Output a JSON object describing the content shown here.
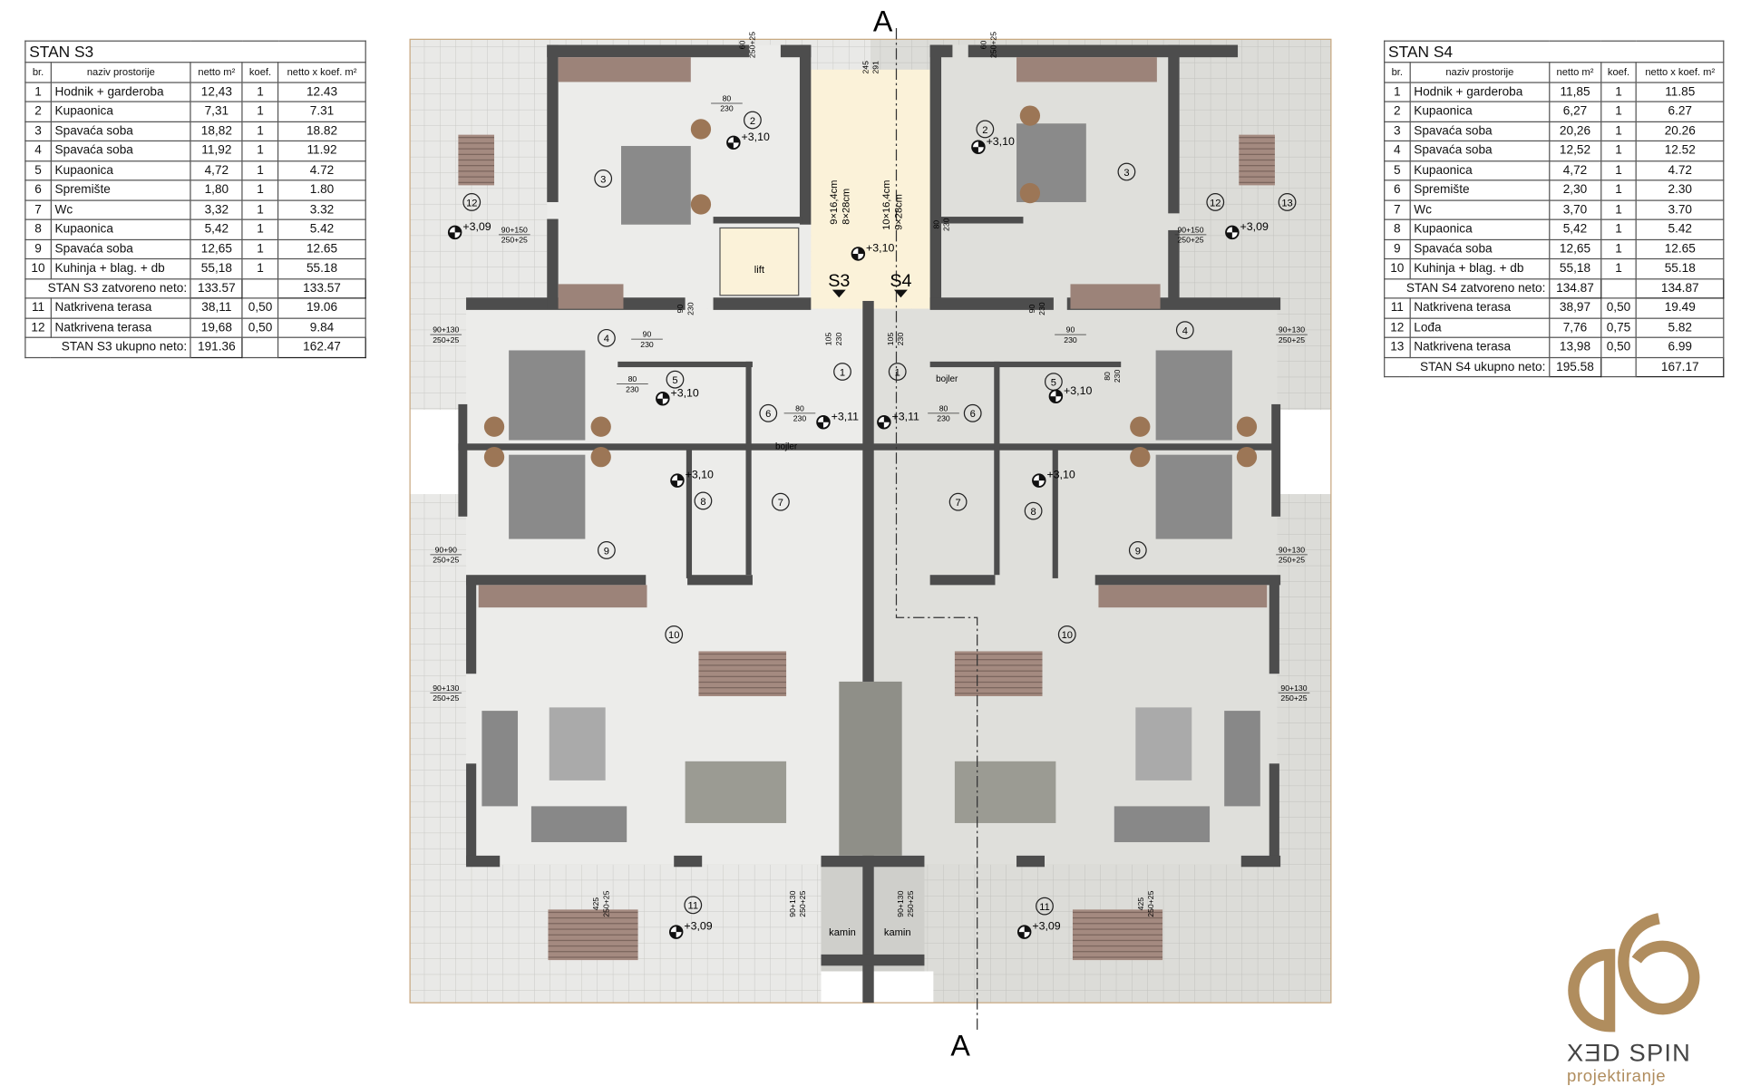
{
  "tables": [
    {
      "title": "STAN S3",
      "headers": [
        "br.",
        "naziv prostorije",
        "netto m²",
        "koef.",
        "netto x koef. m²"
      ],
      "rows": [
        [
          "1",
          "Hodnik + garderoba",
          "12,43",
          "1",
          "12.43"
        ],
        [
          "2",
          "Kupaonica",
          "7,31",
          "1",
          "7.31"
        ],
        [
          "3",
          "Spavaća soba",
          "18,82",
          "1",
          "18.82"
        ],
        [
          "4",
          "Spavaća soba",
          "11,92",
          "1",
          "11.92"
        ],
        [
          "5",
          "Kupaonica",
          "4,72",
          "1",
          "4.72"
        ],
        [
          "6",
          "Spremište",
          "1,80",
          "1",
          "1.80"
        ],
        [
          "7",
          "Wc",
          "3,32",
          "1",
          "3.32"
        ],
        [
          "8",
          "Kupaonica",
          "5,42",
          "1",
          "5.42"
        ],
        [
          "9",
          "Spavaća soba",
          "12,65",
          "1",
          "12.65"
        ],
        [
          "10",
          "Kuhinja + blag. + db",
          "55,18",
          "1",
          "55.18"
        ]
      ],
      "closed_total": {
        "label": "STAN S3 zatvoreno neto:",
        "netto": "133.57",
        "weighted": "133.57"
      },
      "terrace_rows": [
        [
          "11",
          "Natkrivena terasa",
          "38,11",
          "0,50",
          "19.06"
        ],
        [
          "12",
          "Natkrivena terasa",
          "19,68",
          "0,50",
          "9.84"
        ]
      ],
      "grand_total": {
        "label": "STAN S3 ukupno neto:",
        "netto": "191.36",
        "weighted": "162.47"
      }
    },
    {
      "title": "STAN S4",
      "headers": [
        "br.",
        "naziv prostorije",
        "netto m²",
        "koef.",
        "netto x koef. m²"
      ],
      "rows": [
        [
          "1",
          "Hodnik + garderoba",
          "11,85",
          "1",
          "11.85"
        ],
        [
          "2",
          "Kupaonica",
          "6,27",
          "1",
          "6.27"
        ],
        [
          "3",
          "Spavaća soba",
          "20,26",
          "1",
          "20.26"
        ],
        [
          "4",
          "Spavaća soba",
          "12,52",
          "1",
          "12.52"
        ],
        [
          "5",
          "Kupaonica",
          "4,72",
          "1",
          "4.72"
        ],
        [
          "6",
          "Spremište",
          "2,30",
          "1",
          "2.30"
        ],
        [
          "7",
          "Wc",
          "3,70",
          "1",
          "3.70"
        ],
        [
          "8",
          "Kupaonica",
          "5,42",
          "1",
          "5.42"
        ],
        [
          "9",
          "Spavaća soba",
          "12,65",
          "1",
          "12.65"
        ],
        [
          "10",
          "Kuhinja + blag. + db",
          "55,18",
          "1",
          "55.18"
        ]
      ],
      "closed_total": {
        "label": "STAN S4 zatvoreno neto:",
        "netto": "134.87",
        "weighted": "134.87"
      },
      "terrace_rows": [
        [
          "11",
          "Natkrivena terasa",
          "38,97",
          "0,50",
          "19.49"
        ],
        [
          "12",
          "Lođa",
          "7,76",
          "0,75",
          "5.82"
        ],
        [
          "13",
          "Natkrivena terasa",
          "13,98",
          "0,50",
          "6.99"
        ]
      ],
      "grand_total": {
        "label": "STAN S4 ukupno neto:",
        "netto": "195.58",
        "weighted": "167.17"
      }
    }
  ],
  "plan": {
    "section_marker": "A",
    "stair_labels": [
      "S3",
      "S4"
    ],
    "stair_dims": [
      "9×16,4cm",
      "8×28cm",
      "10×16,4cm",
      "9×28cm"
    ],
    "lift": "lift",
    "bojler": "bojler",
    "kamin": "kamin",
    "room_numbers_s3": [
      "1",
      "2",
      "3",
      "4",
      "5",
      "6",
      "7",
      "8",
      "9",
      "10",
      "11",
      "12"
    ],
    "room_numbers_s4": [
      "1",
      "2",
      "3",
      "4",
      "5",
      "6",
      "7",
      "8",
      "9",
      "10",
      "11",
      "12",
      "13"
    ],
    "levels": [
      "+3,10",
      "+3,10",
      "+3,10",
      "+3,10",
      "+3,10",
      "+3,10",
      "+3,10",
      "+3,11",
      "+3,11",
      "+3,09",
      "+3,09",
      "+3,09",
      "+3,09"
    ],
    "opening_dims": [
      [
        "60",
        "250+25"
      ],
      [
        "60",
        "250+25"
      ],
      [
        "245",
        "291"
      ],
      [
        "80",
        "230"
      ],
      [
        "80",
        "230"
      ],
      [
        "90+150",
        "250+25"
      ],
      [
        "90+150",
        "250+25"
      ],
      [
        "90",
        "230"
      ],
      [
        "90",
        "230"
      ],
      [
        "90",
        "230"
      ],
      [
        "90",
        "230"
      ],
      [
        "105",
        "230"
      ],
      [
        "105",
        "230"
      ],
      [
        "90+130",
        "250+25"
      ],
      [
        "90+130",
        "250+25"
      ],
      [
        "80",
        "230"
      ],
      [
        "80",
        "230"
      ],
      [
        "80",
        "230"
      ],
      [
        "80",
        "230"
      ],
      [
        "90+90",
        "250+25"
      ],
      [
        "90+130",
        "250+25"
      ],
      [
        "90+130",
        "250+25"
      ],
      [
        "90+130",
        "250+25"
      ],
      [
        "425",
        "250+25"
      ],
      [
        "425",
        "250+25"
      ],
      [
        "90+130",
        "250+25"
      ],
      [
        "90+130",
        "250+25"
      ]
    ]
  },
  "logo": {
    "name": "XƎD SPIN",
    "subtitle": "projektiranje",
    "color": "#b08d5e"
  },
  "colors": {
    "wall": "#4d4d4d",
    "wood": "#9c8379",
    "stair": "#fbf2d9",
    "floor_s3": "#ececea",
    "floor_s4": "#dfdfdb",
    "terrace": "#e6e6e4"
  }
}
